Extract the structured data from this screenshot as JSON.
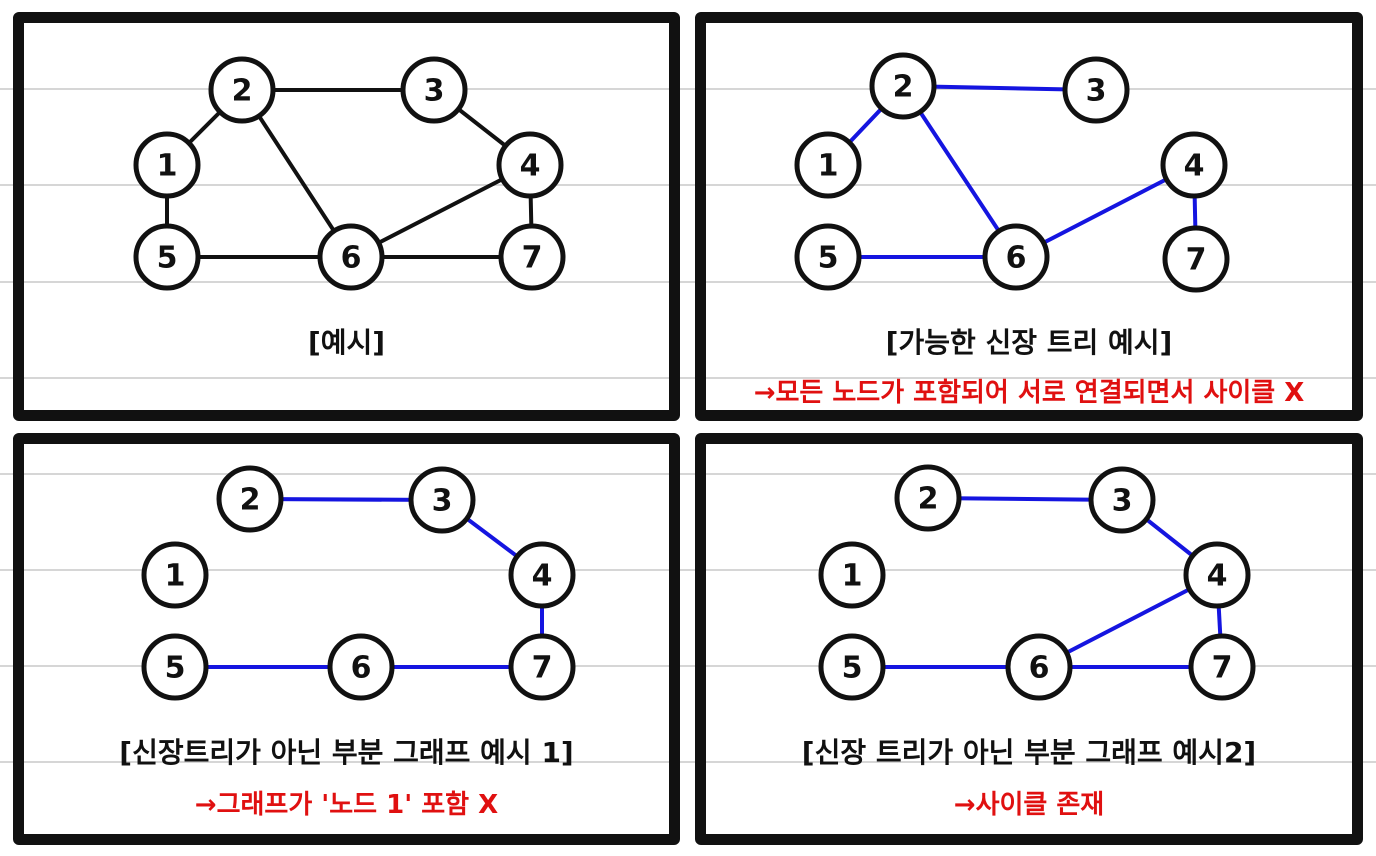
{
  "colors": {
    "frame": "#111111",
    "edge_default": "#111111",
    "edge_tree": "#1515e0",
    "note": "#e01010"
  },
  "panels": [
    {
      "caption": "[예시]",
      "note": "",
      "edge_color": "#111111",
      "edges": [
        [
          "2",
          "3"
        ],
        [
          "1",
          "2"
        ],
        [
          "2",
          "6"
        ],
        [
          "3",
          "4"
        ],
        [
          "1",
          "5"
        ],
        [
          "4",
          "6"
        ],
        [
          "4",
          "7"
        ],
        [
          "5",
          "6"
        ],
        [
          "6",
          "7"
        ]
      ]
    },
    {
      "caption": "[가능한 신장 트리 예시]",
      "note": "→모든 노드가 포함되어 서로 연결되면서 사이클 X",
      "edge_color": "#1515e0",
      "edges": [
        [
          "2",
          "3"
        ],
        [
          "1",
          "2"
        ],
        [
          "2",
          "6"
        ],
        [
          "4",
          "6"
        ],
        [
          "4",
          "7"
        ],
        [
          "5",
          "6"
        ]
      ]
    },
    {
      "caption": "[신장트리가 아닌 부분 그래프 예시 1]",
      "note": "→그래프가 '노드 1' 포함 X",
      "edge_color": "#1515e0",
      "edges": [
        [
          "2",
          "3"
        ],
        [
          "3",
          "4"
        ],
        [
          "4",
          "7"
        ],
        [
          "5",
          "6"
        ],
        [
          "6",
          "7"
        ]
      ]
    },
    {
      "caption": "[신장 트리가 아닌 부분 그래프 예시2]",
      "note": "→사이클 존재",
      "edge_color": "#1515e0",
      "edges": [
        [
          "2",
          "3"
        ],
        [
          "3",
          "4"
        ],
        [
          "4",
          "6"
        ],
        [
          "4",
          "7"
        ],
        [
          "5",
          "6"
        ],
        [
          "6",
          "7"
        ]
      ]
    }
  ],
  "node_labels": [
    "1",
    "2",
    "3",
    "4",
    "5",
    "6",
    "7"
  ]
}
